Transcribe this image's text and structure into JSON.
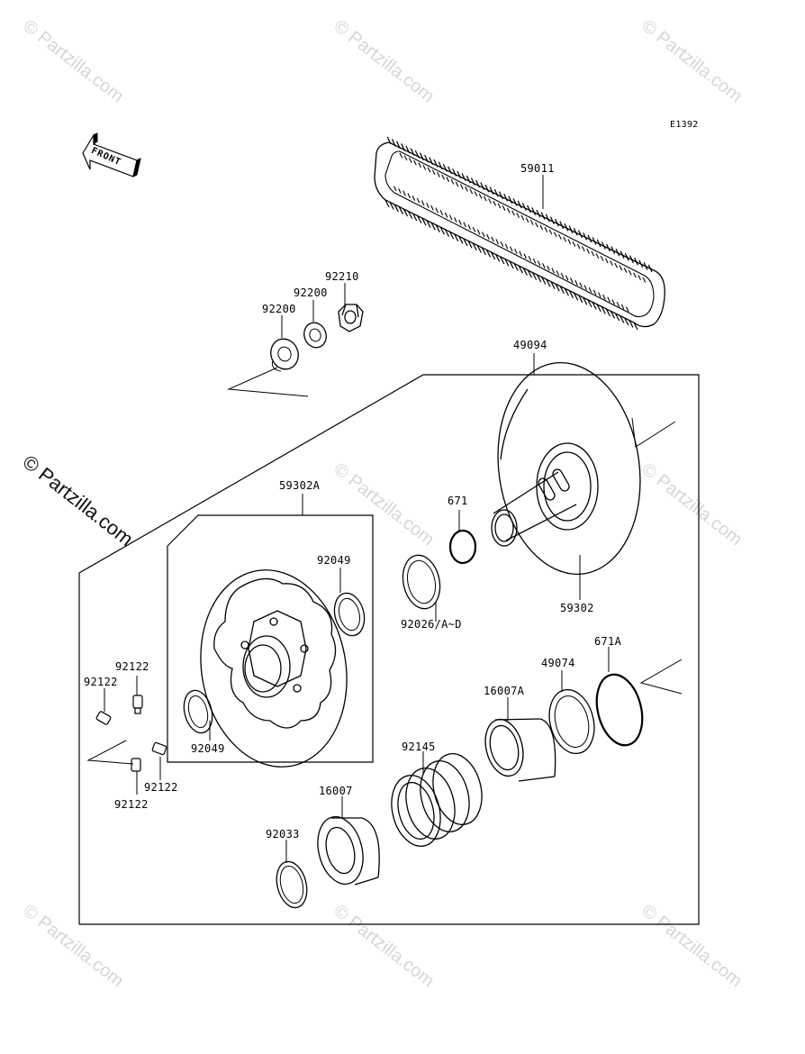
{
  "diagram_code": "E1392",
  "front_label": "FRONT",
  "side_watermark": "© Partzilla.com",
  "watermark_text": "© Partzilla.com",
  "parts": {
    "belt": "59011",
    "nut": "92210",
    "washer_small": "92200",
    "washer_large": "92200",
    "driven_assy": "49094",
    "fixed_sheave": "59302",
    "oring_small": "671",
    "shim": "92026/A~D",
    "movable_sheave": "59302A",
    "seal_top": "92049",
    "seal_bottom": "92049",
    "oring_large": "671A",
    "cam_ring": "49074",
    "bearing_a": "16007A",
    "spring": "92145",
    "bearing": "16007",
    "circlip": "92033",
    "grease_1": "92122",
    "grease_2": "92122",
    "grease_3": "92122",
    "grease_4": "92122"
  }
}
